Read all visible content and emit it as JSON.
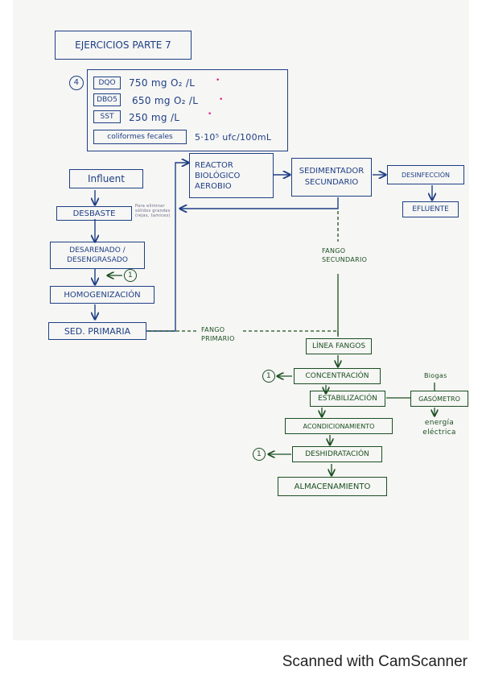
{
  "title": "EJERCICIOS PARTE 7",
  "parameters_label": "4",
  "parameters": [
    {
      "name": "DQO",
      "value": "750 mg O₂ /L"
    },
    {
      "name": "DBO5",
      "value": "650 mg O₂ /L"
    },
    {
      "name": "SST",
      "value": "250 mg /L"
    },
    {
      "name": "coliformes fecales",
      "value": "5·10⁵ ufc/100mL"
    }
  ],
  "process": {
    "influent": "Influent",
    "desbaste": "DESBASTE",
    "desbaste_note": "Para eliminar sólidos grandes (rejas, tamices)",
    "desarenado": "DESARENADO / DESENGRASADO",
    "homogenizacion": "HOMOGENIZACIÓN",
    "sed_primaria": "SED. PRIMARIA",
    "reactor": "REACTOR BIOLÓGICO AEROBIO",
    "sedimentador": "SEDIMENTADOR SECUNDARIO",
    "desinfeccion": "DESINFECCIÓN",
    "efluente": "EFLUENTE"
  },
  "sludge": {
    "fango_secundario": "FANGO SECUNDARIO",
    "fango_primario": "FANGO PRIMARIO",
    "linea_fangos": "LÍNEA FANGOS",
    "concentracion": "CONCENTRACIÓN",
    "estabilizacion": "ESTABILIZACIÓN",
    "gasometro": "GASÓMETRO",
    "biogas": "Biogas",
    "energia": "energía eléctrica",
    "acondicionamiento": "ACONDICIONAMIENTO",
    "deshidratacion": "DESHIDRATACIÓN",
    "almacenamiento": "ALMACENAMIENTO"
  },
  "circle_markers": [
    "1",
    "1",
    "1"
  ],
  "footer": "Scanned with CamScanner"
}
